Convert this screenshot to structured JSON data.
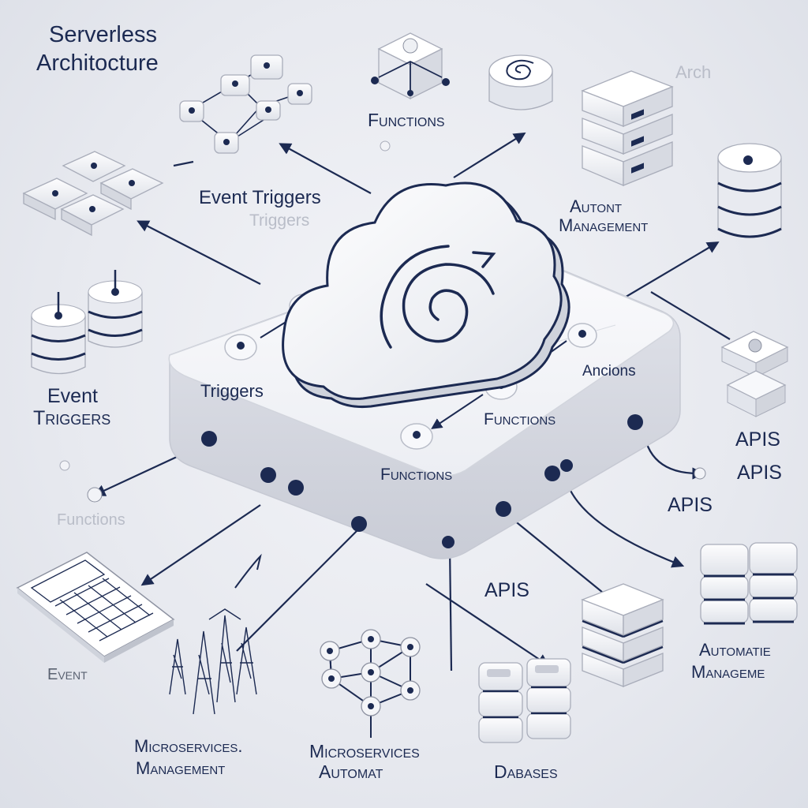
{
  "colors": {
    "background": "#e6e8ee",
    "navy": "#1c2a52",
    "platform": "#f4f5f8",
    "faded_text": "#b9bdc8"
  },
  "labels": {
    "title_line1": "Serverless",
    "title_line2": "Architocture",
    "functions_top": "Functions",
    "event_triggers_top": "Event Triggers",
    "triggers_faded": "Triggers",
    "autont": "Autont",
    "management_top": "Management",
    "event_left_line1": "Event",
    "event_left_line2": "Triggers",
    "triggers_platform": "Triggers",
    "ancions": "Ancions",
    "functions_mid": "Functions",
    "functions_low": "Functions",
    "apis_right_1": "APIS",
    "apis_right_2": "APIS",
    "apis_mid": "APIS",
    "apis_bottom": "APIS",
    "functions_faded": "Functions",
    "event_bottom": "Event",
    "microservices_left_line1": "Microservices.",
    "microservices_left_line2": "Management",
    "microservices_center_line1": "Microservices",
    "microservices_center_line2": "Automat",
    "dabases": "Dabases",
    "automatie_line1": "Automatie",
    "automatie_line2": "Manageme",
    "faded_top_right": "Arch"
  },
  "icons": [
    "cloud-icon",
    "function-cube-icon",
    "spiral-disk-icon",
    "server-rack-icon",
    "database-stack-icon",
    "api-gateway-icon",
    "trigger-tiles-icon",
    "calculator-icon",
    "microservices-network-icon",
    "wireframe-towers-icon",
    "storage-blocks-icon"
  ]
}
